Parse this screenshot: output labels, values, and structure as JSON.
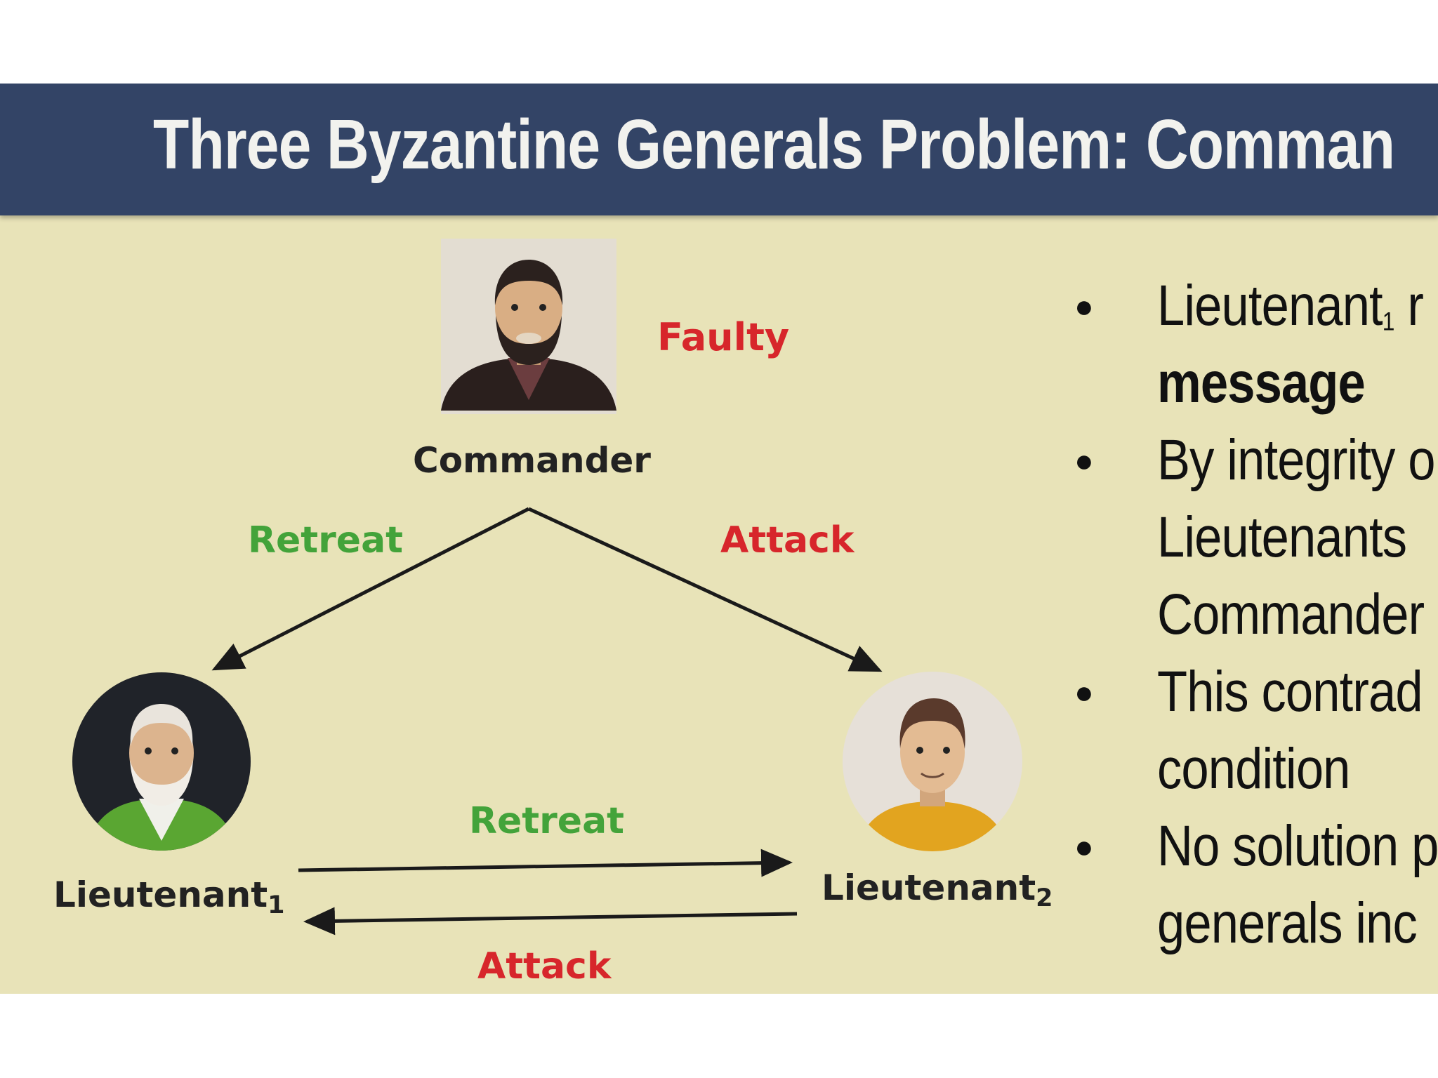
{
  "slide": {
    "title": "Three Byzantine Generals Problem: Comman"
  },
  "diagram": {
    "commander": {
      "name": "Commander",
      "status": "Faulty",
      "avatar_icon": "bearded-man-avatar-icon"
    },
    "lieutenant1": {
      "name": "Lieutenant",
      "subscript": "1",
      "avatar_icon": "old-man-avatar-icon"
    },
    "lieutenant2": {
      "name": "Lieutenant",
      "subscript": "2",
      "avatar_icon": "young-man-avatar-icon"
    },
    "edges": {
      "commander_to_l1": "Retreat",
      "commander_to_l2": "Attack",
      "l1_to_l2": "Retreat",
      "l2_to_l1": "Attack"
    },
    "colors": {
      "retreat": "#43a33a",
      "attack_faulty": "#d7262b",
      "title_bar": "#334466",
      "slide_bg": "#e8e3b8"
    }
  },
  "bullets": [
    {
      "lines": [
        {
          "text": "Lieutenant",
          "sub": "1",
          "rest": " r"
        },
        {
          "text": "message",
          "bold": true
        }
      ]
    },
    {
      "lines": [
        {
          "text": "By integrity o"
        },
        {
          "text": "Lieutenants "
        },
        {
          "text": "Commander"
        }
      ]
    },
    {
      "lines": [
        {
          "text": "This contrad"
        },
        {
          "text": "condition"
        }
      ]
    },
    {
      "lines": [
        {
          "text": "No solution p"
        },
        {
          "text": "generals inc"
        }
      ]
    }
  ]
}
